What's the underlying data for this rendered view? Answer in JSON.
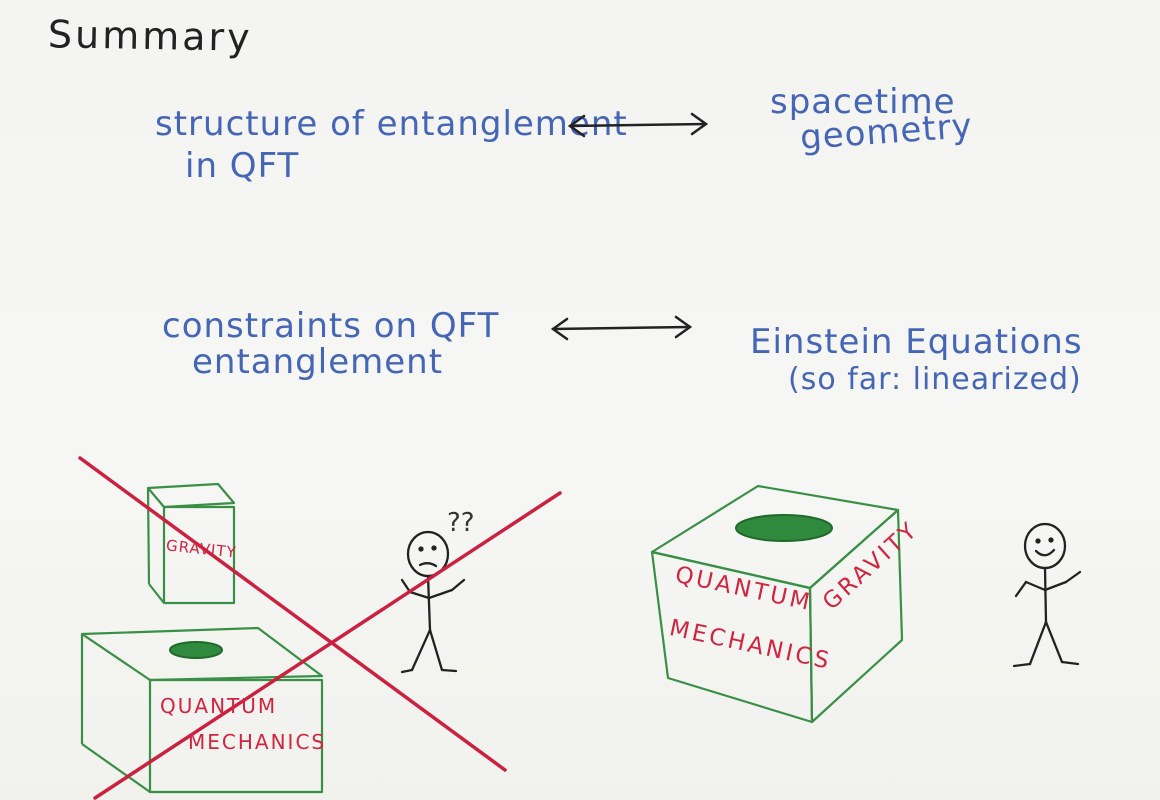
{
  "title": "Summary",
  "relations": [
    {
      "left": [
        "structure of entanglement",
        "in QFT"
      ],
      "right": [
        "spacetime",
        "geometry"
      ]
    },
    {
      "left": [
        "constraints on QFT",
        "entanglement"
      ],
      "right": [
        "Einstein Equations",
        "(so far: linearized)"
      ]
    }
  ],
  "left_scene": {
    "small_box_label": "GRAVITY",
    "big_box_label": [
      "QUANTUM",
      "MECHANICS"
    ],
    "confusion_mark": "??"
  },
  "right_scene": {
    "box_front_label": [
      "QUANTUM",
      "MECHANICS"
    ],
    "box_side_label": "GRAVITY"
  },
  "colors": {
    "ink": "#222222",
    "blue": "#4566b6",
    "red": "#d0243f",
    "green": "#3a8f46",
    "cross": "#cc2040"
  }
}
